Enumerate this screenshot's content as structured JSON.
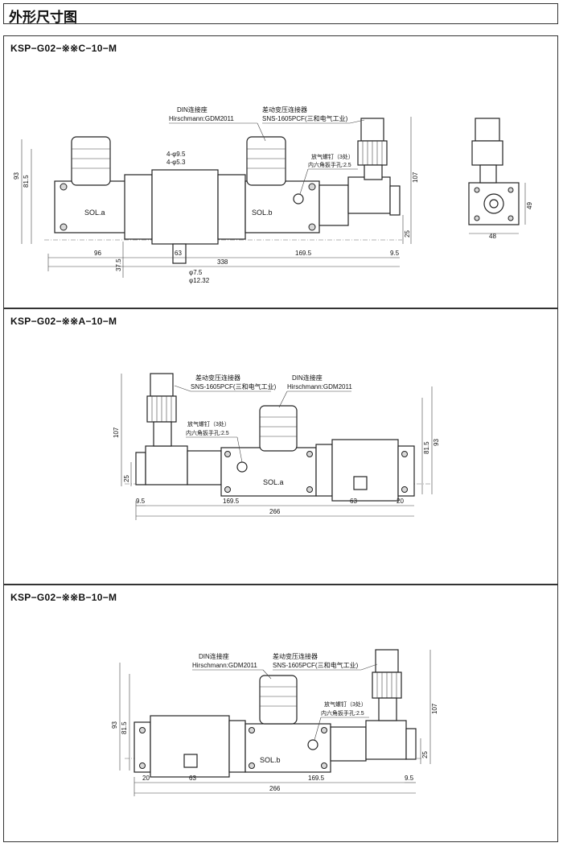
{
  "title": "外形尺寸图",
  "views": [
    {
      "model": "KSP−G02−※※C−10−M",
      "labels": {
        "din": "DIN连接座",
        "din_spec": "Hirschmann:GDM2011",
        "sensor": "差动变压连接器",
        "sensor_spec": "SNS-1605PCF(三和电气工业)",
        "vent": "放气螺钉（3处）",
        "vent_spec": "内六角扳手孔:2.5",
        "hole1": "4-φ9.5",
        "hole2": "4-φ5.3",
        "pin1": "φ7.5",
        "pin2": "φ12.32",
        "sol_a": "SOL.a",
        "sol_b": "SOL.b"
      },
      "dims": {
        "h93": "93",
        "h81_5": "81.5",
        "h37_5": "37.5",
        "h107": "107",
        "h25": "25",
        "w96": "96",
        "w63": "63",
        "w169_5": "169.5",
        "w9_5": "9.5",
        "w338": "338",
        "side_h49": "49",
        "side_w48": "48"
      }
    },
    {
      "model": "KSP−G02−※※A−10−M",
      "labels": {
        "sensor": "差动变压连接器",
        "sensor_spec": "SNS-1605PCF(三和电气工业)",
        "din": "DIN连接座",
        "din_spec": "Hirschmann:GDM2011",
        "vent": "放气螺钉（3处）",
        "vent_spec": "内六角扳手孔:2.5",
        "sol_a": "SOL.a"
      },
      "dims": {
        "h107": "107",
        "h25": "25",
        "h81_5": "81.5",
        "h93": "93",
        "w9_5": "9.5",
        "w169_5": "169.5",
        "w63": "63",
        "w20": "20",
        "w266": "266"
      }
    },
    {
      "model": "KSP−G02−※※B−10−M",
      "labels": {
        "din": "DIN连接座",
        "din_spec": "Hirschmann:GDM2011",
        "sensor": "差动变压连接器",
        "sensor_spec": "SNS-1605PCF(三和电气工业)",
        "vent": "放气螺钉（3处）",
        "vent_spec": "内六角扳手孔:2.5",
        "sol_b": "SOL.b"
      },
      "dims": {
        "h93": "93",
        "h81_5": "81.5",
        "h107": "107",
        "h25": "25",
        "w20": "20",
        "w63": "63",
        "w169_5": "169.5",
        "w9_5": "9.5",
        "w266": "266"
      }
    }
  ]
}
